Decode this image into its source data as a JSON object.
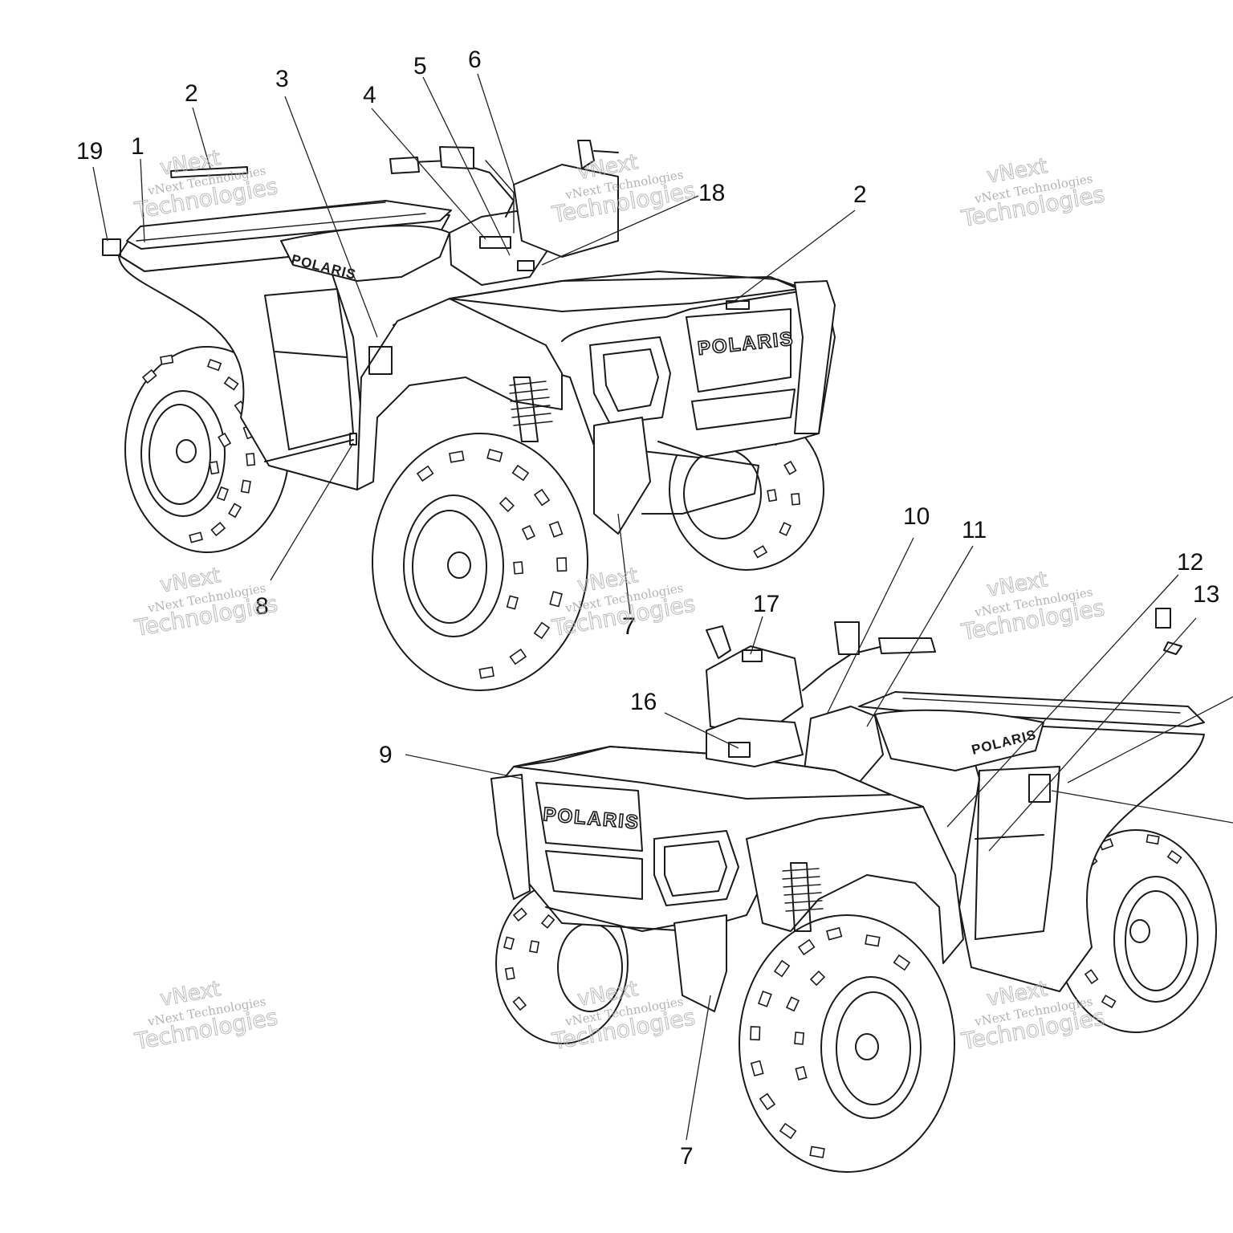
{
  "callouts": [
    {
      "id": "c19",
      "label": "19"
    },
    {
      "id": "c1",
      "label": "1"
    },
    {
      "id": "c2a",
      "label": "2"
    },
    {
      "id": "c3",
      "label": "3"
    },
    {
      "id": "c4",
      "label": "4"
    },
    {
      "id": "c5",
      "label": "5"
    },
    {
      "id": "c6",
      "label": "6"
    },
    {
      "id": "c18",
      "label": "18"
    },
    {
      "id": "c2b",
      "label": "2"
    },
    {
      "id": "c8",
      "label": "8"
    },
    {
      "id": "c7a",
      "label": "7"
    },
    {
      "id": "c10",
      "label": "10"
    },
    {
      "id": "c11",
      "label": "11"
    },
    {
      "id": "c12",
      "label": "12"
    },
    {
      "id": "c13",
      "label": "13"
    },
    {
      "id": "c17",
      "label": "17"
    },
    {
      "id": "c16",
      "label": "16"
    },
    {
      "id": "c9",
      "label": "9"
    },
    {
      "id": "c7b",
      "label": "7"
    }
  ],
  "brand_logo": "POLARIS",
  "watermark": {
    "line1": "vNext",
    "line2": "vNext Technologies",
    "line3": "Technologies"
  }
}
